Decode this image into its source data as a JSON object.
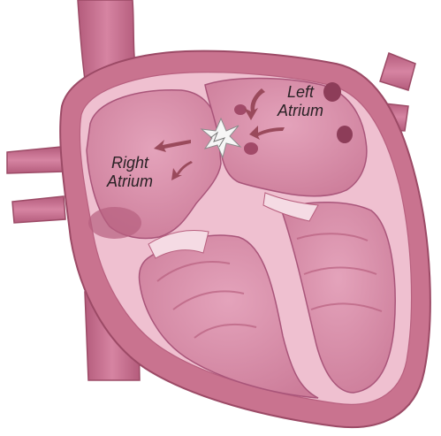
{
  "diagram": {
    "labels": {
      "left_atrium": [
        "Left",
        "Atrium"
      ],
      "right_atrium": [
        "Right",
        "Atrium"
      ]
    },
    "colors": {
      "outer_wall": "#c9738f",
      "wall_outline": "#9c4a66",
      "chamber_fill": "#d58aa5",
      "inner_lining": "#f0c8d6",
      "arrow": "#9a4a5c",
      "vessel": "#c26a89",
      "spark": "#f6f6f6"
    },
    "icons": {
      "sinoatrial_node": "spark-icon",
      "flow_arrows": "curved-arrow-icon"
    }
  }
}
